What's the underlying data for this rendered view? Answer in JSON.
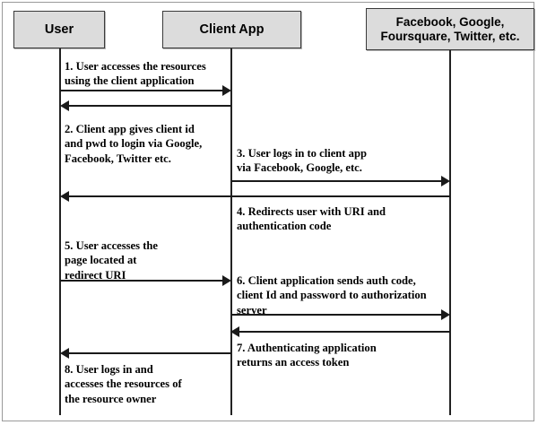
{
  "diagram": {
    "title": "OAuth 2.0 authorization sequence diagram",
    "type": "sequence-diagram",
    "colors": {
      "actor_fill": "#dcdcdc",
      "actor_border": "#3a3a3a",
      "line": "#1a1a1a",
      "frame_border": "#9a9a9a",
      "background": "#ffffff",
      "text": "#000000"
    },
    "actors": [
      {
        "id": "user",
        "label": "User"
      },
      {
        "id": "client",
        "label": "Client App"
      },
      {
        "id": "provider",
        "label": "Facebook, Google,\nFoursquare, Twitter, etc."
      }
    ],
    "messages": [
      {
        "number": "1",
        "text": "1. User accesses the resources\nusing the client application",
        "from": "user",
        "to": "client",
        "direction": "right"
      },
      {
        "number": "2",
        "text": "2. Client app gives client id\nand pwd to login via Google,\nFacebook, Twitter etc.",
        "from": "client",
        "to": "user",
        "direction": "left"
      },
      {
        "number": "3",
        "text": "3. User logs in to client app\n via Facebook, Google, etc.",
        "from": "client",
        "to": "provider",
        "direction": "right"
      },
      {
        "number": "4",
        "text": " 4. Redirects user with URI and\nauthentication code",
        "from": "provider",
        "to": "user",
        "direction": "left"
      },
      {
        "number": "5",
        "text": "5. User accesses the\npage located at\nredirect URI",
        "from": "user",
        "to": "client",
        "direction": "right"
      },
      {
        "number": "6",
        "text": "6. Client application sends auth  code,\nclient Id and password to authorization\nserver",
        "from": "client",
        "to": "provider",
        "direction": "right"
      },
      {
        "number": "7",
        "text": "7. Authenticating application\nreturns an access token",
        "from": "provider",
        "to": "client",
        "direction": "left"
      },
      {
        "number": "8",
        "text": "8. User  logs in and\naccesses the resources of\nthe resource owner",
        "from": "client",
        "to": "user",
        "direction": "left"
      }
    ]
  }
}
